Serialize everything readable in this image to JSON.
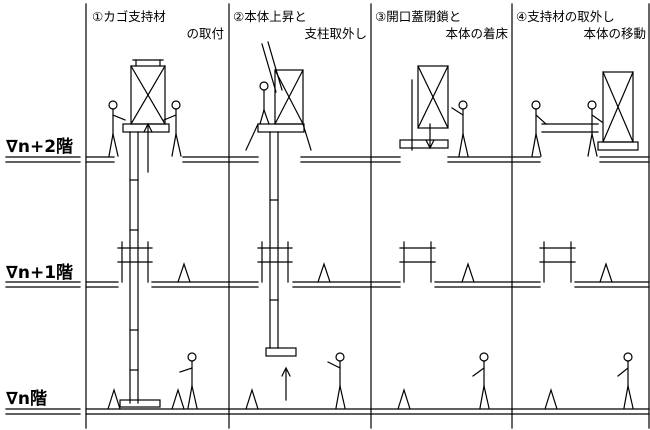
{
  "floors": [
    {
      "label": "∇n+2階"
    },
    {
      "label": "∇n+1階"
    },
    {
      "label": "∇n階"
    }
  ],
  "steps": [
    {
      "line1": "①カゴ支持材",
      "line2": "の取付"
    },
    {
      "line1": "②本体上昇と",
      "line2": "支柱取外し"
    },
    {
      "line1": "③開口蓋閉鎖と",
      "line2": "本体の着床"
    },
    {
      "line1": "④支持材の取外し",
      "line2": "本体の移動"
    }
  ]
}
